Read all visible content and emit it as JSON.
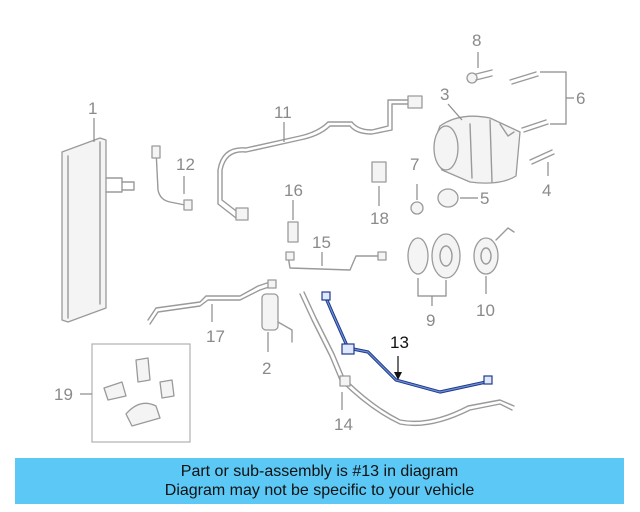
{
  "diagram": {
    "callouts": {
      "c1": "1",
      "c2": "2",
      "c3": "3",
      "c4": "4",
      "c5": "5",
      "c6": "6",
      "c7": "7",
      "c8": "8",
      "c9": "9",
      "c10": "10",
      "c11": "11",
      "c12": "12",
      "c13": "13",
      "c14": "14",
      "c15": "15",
      "c16": "16",
      "c17": "17",
      "c18": "18",
      "c19": "19"
    },
    "highlight_color": "#1e3a8a",
    "part_color": "#9a9a9a"
  },
  "banner": {
    "line1": "Part or sub-assembly is #13 in diagram",
    "line2": "Diagram may not be specific to your vehicle",
    "color": "#5bc8f5"
  }
}
